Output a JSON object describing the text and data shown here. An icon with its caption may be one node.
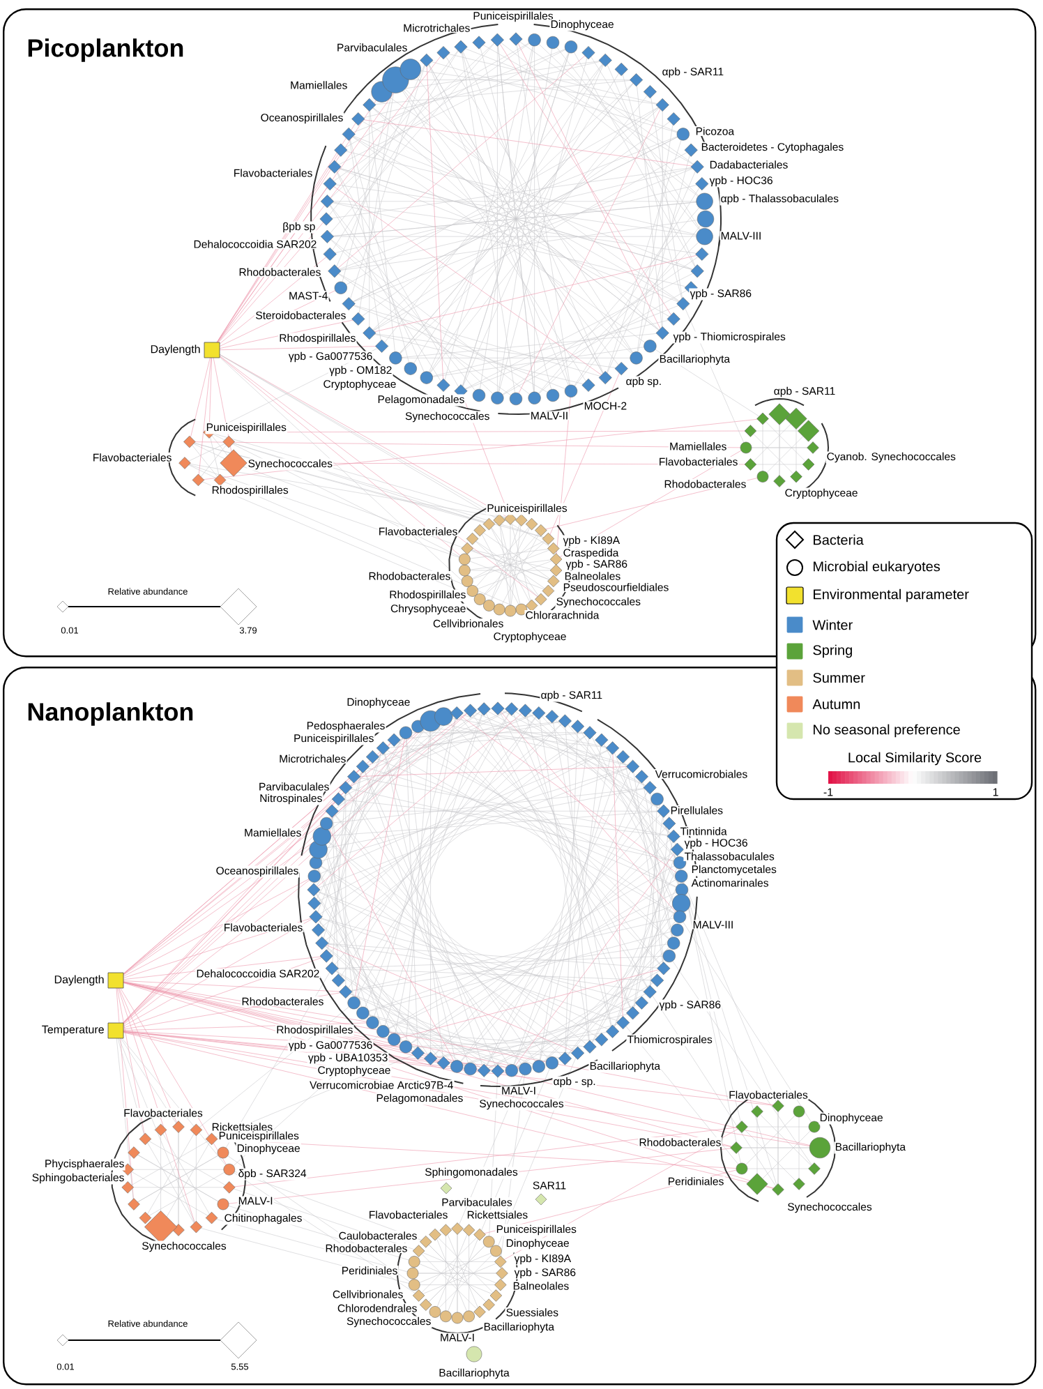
{
  "diagram": {
    "nodes": [
      {
        "text": [
          "Picoplankton"
        ]
      },
      {
        "text": [
          "Daylength"
        ],
        "in": 0
      },
      {
        "text": [
          "Nanoplankton"
        ]
      },
      {
        "text": [
          "Daylength"
        ],
        "in": 2
      },
      {
        "text": [
          "Temperature"
        ],
        "in": 2
      }
    ],
    "labels": [
      "Puniceispirillales",
      "Microtrichales",
      "Dinophyceae",
      "Parvibaculales",
      "αpb - SAR11",
      "Mamiellales",
      "Oceanospirillales",
      "Picozoa",
      "Bacteroidetes - Cytophagales",
      "Dadabacteriales",
      "Flavobacteriales",
      "γpb - HOC36",
      "αpb - Thalassobaculales",
      "βpb sp",
      "MALV-III",
      "Dehalococcoidia SAR202",
      "Rhodobacterales",
      "γpb - SAR86",
      "MAST-4",
      "Steroidobacterales",
      "γpb - Thiomicrospirales",
      "Rhodospirillales",
      "γpb - Ga0077536",
      "Bacillariophyta",
      "γpb - OM182",
      "αpb sp.",
      "Cryptophyceae",
      "Pelagomonadales",
      "MOCH-2",
      "MALV-II",
      "Synechococcales",
      "αpb - SAR11",
      "Puniceispirillales",
      "Flavobacteriales",
      "Synechococcales",
      "Rhodospirillales",
      "Mamiellales",
      "Flavobacteriales",
      "Cyanob. Synechococcales",
      "Rhodobacterales",
      "Cryptophyceae",
      "Puniceispirillales",
      "Flavobacteriales",
      "γpb - KI89A",
      "Craspedida",
      "γpb - SAR86",
      "Balneolales",
      "Rhodobacterales",
      "Pseudoscourfieldiales",
      "Rhodospirillales",
      "Synechococcales",
      "Chrysophyceae",
      "Chlorarachnida",
      "Cellvibrionales",
      "Cryptophyceae",
      "Relative abundance",
      "0.01",
      "3.79",
      "Local Similarity Score",
      "-1",
      "1",
      "Dinophyceae",
      "αpb - SAR11",
      "Pedosphaerales",
      "Puniceispirillales",
      "Microtrichales",
      "Verrucomicrobiales",
      "Parvibaculales",
      "Nitrospinales",
      "Pirellulales",
      "Tintinnida",
      "Mamiellales",
      "γpb - HOC36",
      "Thalassobaculales",
      "Planctomycetales",
      "Oceanospirillales",
      "Actinomarinales",
      "MALV-III",
      "Flavobacteriales",
      "Dehalococcoidia SAR202",
      "Rhodobacterales",
      "γpb - SAR86",
      "Rhodospirillales",
      "Thiomicrospirales",
      "γpb - Ga0077536",
      "γpb - UBA10353",
      "Bacillariophyta",
      "Cryptophyceae",
      "αpb - sp.",
      "Verrucomicrobiae Arctic97B-4",
      "MALV-I",
      "Pelagomonadales",
      "Synechococcales",
      "Flavobacteriales",
      "Dinophyceae",
      "Rhodobacterales",
      "Bacillariophyta",
      "Peridiniales",
      "Synechococcales",
      "Flavobacteriales",
      "Rickettsiales",
      "Puniceispirillales",
      "Dinophyceae",
      "Phycisphaerales",
      "δpb - SAR324",
      "Sphingobacteriales",
      "MALV-I",
      "Chitinophagales",
      "Synechococcales",
      "Sphingomonadales",
      "SAR11",
      "Parvibaculales",
      "Flavobacteriales",
      "Rickettsiales",
      "Puniceispirillales",
      "Caulobacterales",
      "Dinophyceae",
      "Rhodobacterales",
      "γpb - KI89A",
      "Peridiniales",
      "γpb - SAR86",
      "Balneolales",
      "Cellvibrionales",
      "Chlorodendrales",
      "Suessiales",
      "Synechococcales",
      "Bacillariophyta",
      "MALV-I",
      "Bacillariophyta",
      "Relative abundance",
      "0.01",
      "5.55"
    ],
    "legend": [
      {
        "text": "Bacteria"
      },
      {
        "text": "Microbial eukaryotes"
      },
      {
        "text": "Environmental parameter",
        "color": "#f2e12e"
      },
      {
        "text": "Winter",
        "color": "#4a8bc9"
      },
      {
        "text": "Spring",
        "color": "#5ba33a"
      },
      {
        "text": "Summer",
        "color": "#e2be84"
      },
      {
        "text": "Autumn",
        "color": "#f0895a"
      },
      {
        "text": "No seasonal preference",
        "color": "#d5e6ae"
      }
    ]
  }
}
